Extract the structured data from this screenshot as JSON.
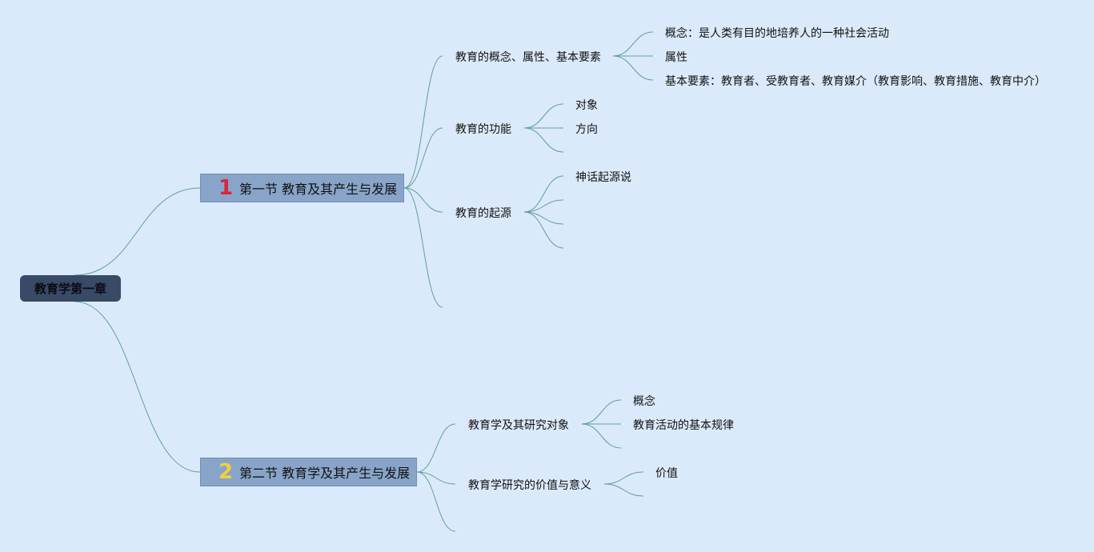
{
  "root": {
    "label": "教育学第一章"
  },
  "colors": {
    "background": "#dbeafb",
    "root_fill": "#384a66",
    "main_fill": "#88a5c9",
    "line": "#5f9e9b",
    "badge_1": "#d62839",
    "badge_2": "#f2cf3b"
  },
  "sections": [
    {
      "badge": "1",
      "title": "第一节 教育及其产生与发展",
      "subtopics": [
        {
          "label": "教育的概念、属性、基本要素",
          "items": [
            "概念：是人类有目的地培养人的一种社会活动",
            "属性",
            "基本要素：教育者、受教育者、教育媒介（教育影响、教育措施、教育中介）"
          ]
        },
        {
          "label": "教育的功能",
          "items": [
            "对象",
            "方向"
          ]
        },
        {
          "label": "教育的起源",
          "items": [
            "神话起源说"
          ]
        }
      ]
    },
    {
      "badge": "2",
      "title": "第二节 教育学及其产生与发展",
      "subtopics": [
        {
          "label": "教育学及其研究对象",
          "items": [
            "概念",
            "教育活动的基本规律"
          ]
        },
        {
          "label": "教育学研究的价值与意义",
          "items": [
            "价值"
          ]
        }
      ]
    }
  ]
}
